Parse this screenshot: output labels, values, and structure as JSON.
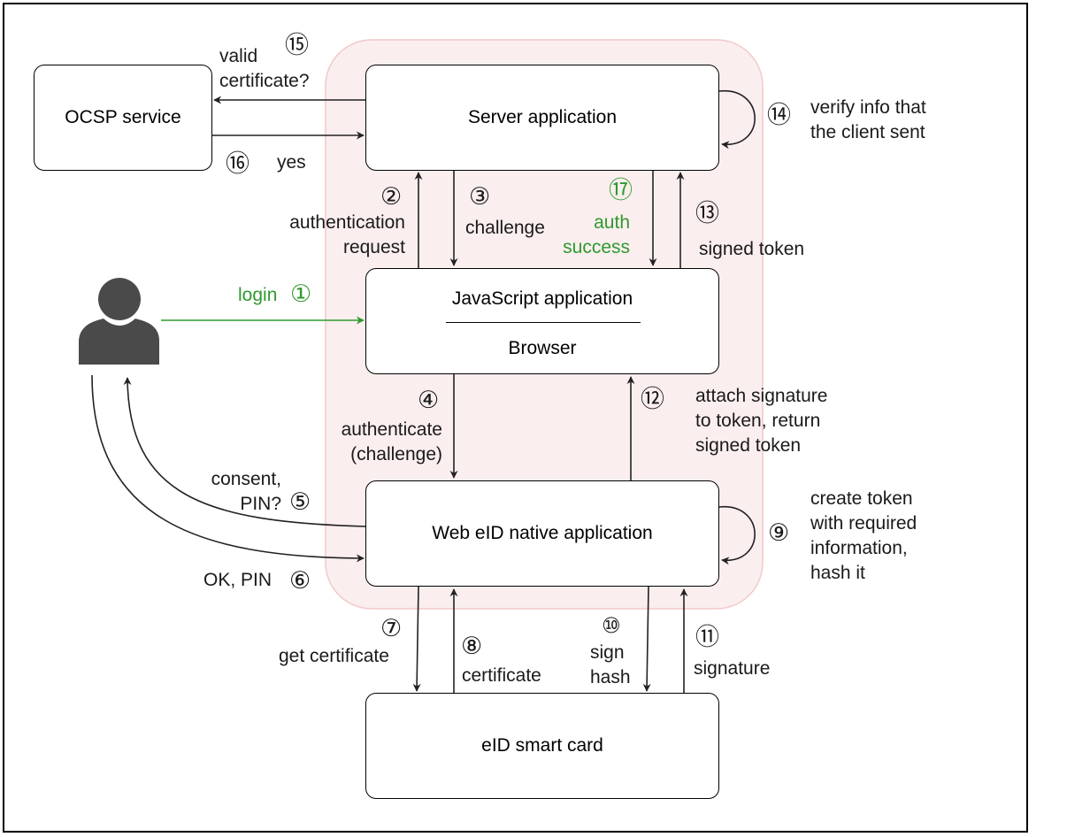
{
  "nodes": {
    "ocsp": "OCSP service",
    "server": "Server application",
    "js_app": "JavaScript application",
    "browser": "Browser",
    "native": "Web eID native application",
    "card": "eID smart card"
  },
  "steps": [
    {
      "num": "①",
      "label": "login"
    },
    {
      "num": "②",
      "label": "authentication\nrequest"
    },
    {
      "num": "③",
      "label": "challenge"
    },
    {
      "num": "④",
      "label": "authenticate\n(challenge)"
    },
    {
      "num": "⑤",
      "label": "consent,\nPIN?"
    },
    {
      "num": "⑥",
      "label": "OK, PIN"
    },
    {
      "num": "⑦",
      "label": "get certificate"
    },
    {
      "num": "⑧",
      "label": "certificate"
    },
    {
      "num": "⑨",
      "label": "create token\nwith required\ninformation,\nhash it"
    },
    {
      "num": "⑩",
      "label": "sign\nhash"
    },
    {
      "num": "⑪",
      "label": "signature"
    },
    {
      "num": "⑫",
      "label": "attach signature\nto token, return\nsigned token"
    },
    {
      "num": "⑬",
      "label": "signed token"
    },
    {
      "num": "⑭",
      "label": "verify info that\nthe client sent"
    },
    {
      "num": "⑮",
      "label": "valid\ncertificate?"
    },
    {
      "num": "⑯",
      "label": "yes"
    },
    {
      "num": "⑰",
      "label": "auth\nsuccess"
    }
  ],
  "colors": {
    "highlight": "#2e9a2e",
    "zone_fill": "#fbeeee",
    "zone_stroke": "#f2c9c9",
    "arrow": "#222222"
  },
  "icons": {
    "user": "person-icon"
  }
}
